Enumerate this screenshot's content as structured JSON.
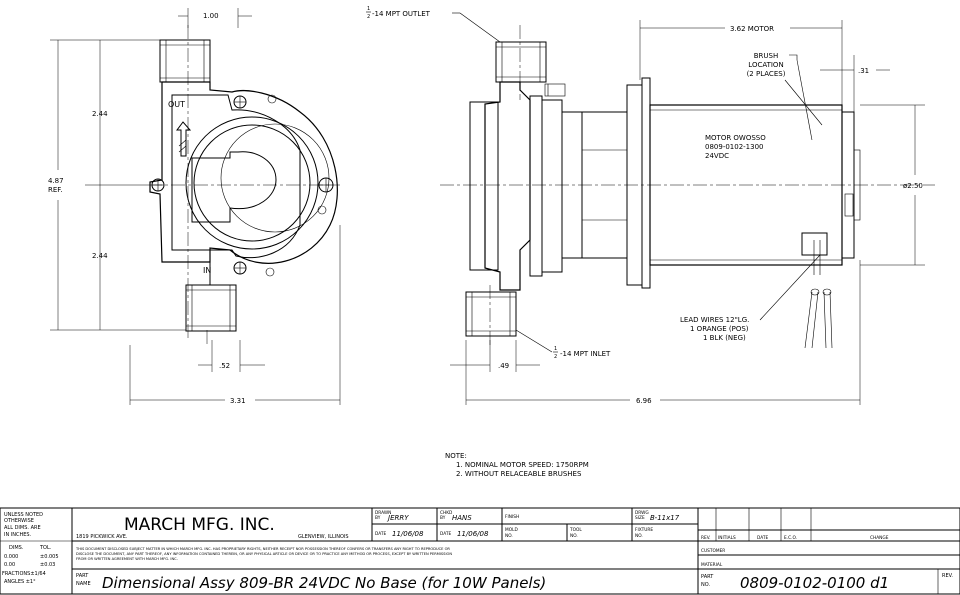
{
  "views": {
    "left": {
      "dim_top": "1.00",
      "dim_height_total": "4.87",
      "dim_height_ref": "REF.",
      "dim_upper": "2.44",
      "dim_lower": "2.44",
      "dim_port": ".52",
      "dim_width": "3.31",
      "label_out": "OUT",
      "label_in": "IN"
    },
    "right": {
      "outlet_note_num": "1",
      "outlet_note_den": "2",
      "outlet_note_rest": "-14 MPT OUTLET",
      "inlet_note_num": "1",
      "inlet_note_den": "2",
      "inlet_note_rest": "-14 MPT INLET",
      "dim_motor": "3.62 MOTOR",
      "dim_endcap": ".31",
      "dim_diameter": "ø2.50",
      "dim_inlet_offset": ".49",
      "dim_overall": "6.96",
      "brush_line1": "BRUSH",
      "brush_line2": "LOCATION",
      "brush_line3": "(2 PLACES)",
      "motor_line1": "MOTOR OWOSSO",
      "motor_line2": "0809-0102-1300",
      "motor_line3": "24VDC",
      "lead_line1": "LEAD WIRES 12\"LG.",
      "lead_line2": "1 ORANGE (POS)",
      "lead_line3": "1 BLK (NEG)"
    }
  },
  "notes": {
    "title": "NOTE:",
    "items": [
      "1. NOMINAL MOTOR SPEED: 1750RPM",
      "2. WITHOUT RELACEABLE BRUSHES"
    ]
  },
  "title_block": {
    "tolerance": {
      "l1": "UNLESS NOTED",
      "l2": "OTHERWISE",
      "l3": "ALL DIMS. ARE",
      "l4": "IN INCHES.",
      "dims_head": "DIMS.",
      "tol_head": "TOL.",
      "r1a": "0.000",
      "r1b": "±0.005",
      "r2a": "0.00",
      "r2b": "±0.03",
      "r3": "FRACTIONS±1/64",
      "r4": "ANGLES ±1°"
    },
    "company": "MARCH MFG. INC.",
    "street": "1819 PICKWICK AVE.",
    "city": "GLENVIEW, ILLINOIS",
    "drawn_by_label1": "DRAWN",
    "drawn_by_label2": "BY",
    "drawn_by": "JERRY",
    "chkd_by_label1": "CHKD",
    "chkd_by_label2": "BY",
    "chkd_by": "HANS",
    "finish_label": "FINISH",
    "drwg_size_label1": "DRWG",
    "drwg_size_label2": "SIZE",
    "drwg_size": "B-11x17",
    "date_label": "DATE",
    "date_drawn": "11/06/08",
    "date_chkd": "11/06/08",
    "mold_label1": "MOLD",
    "mold_label2": "NO.",
    "tool_label1": "TOOL",
    "tool_label2": "NO.",
    "fixture_label1": "FIXTURE",
    "fixture_label2": "NO.",
    "disclaimer1": "THIS DOCUMENT DISCLOSED SUBJECT MATTER IN WHICH MARCH MFG. INC. HAS PROPRIETARY RIGHTS, NEITHER RECEIPT NOR POSSESSION THEREOF CONFERS OR TRANSFERS ANY RIGHT TO REPRODUCE OR",
    "disclaimer2": "DISCLOSE THE DOCUMENT, ANY PART THEREOF, ANY INFORMATION CONTAINED THEREIN, OR ANY PHYSICAL ARTICLE OR DEVICE OR TO PRACTICE ANY METHOD OR PROCESS, EXCEPT BY WRITTEN PERMISSION",
    "disclaimer3": "FROM OR WRITTEN AGREEMENT WITH MARCH MFG. INC.",
    "part_name_label1": "PART",
    "part_name_label2": "NAME",
    "part_name": "Dimensional Assy 809-BR 24VDC No Base (for 10W Panels)",
    "rev_headers": [
      "REV.",
      "INITIALS",
      "DATE",
      "E.C.O.",
      "CHANGE"
    ],
    "customer_label": "CUSTOMER",
    "material_label": "MATERIAL",
    "part_no_label1": "PART",
    "part_no_label2": "NO.",
    "part_no": "0809-0102-0100 d1",
    "rev_label": "REV."
  }
}
